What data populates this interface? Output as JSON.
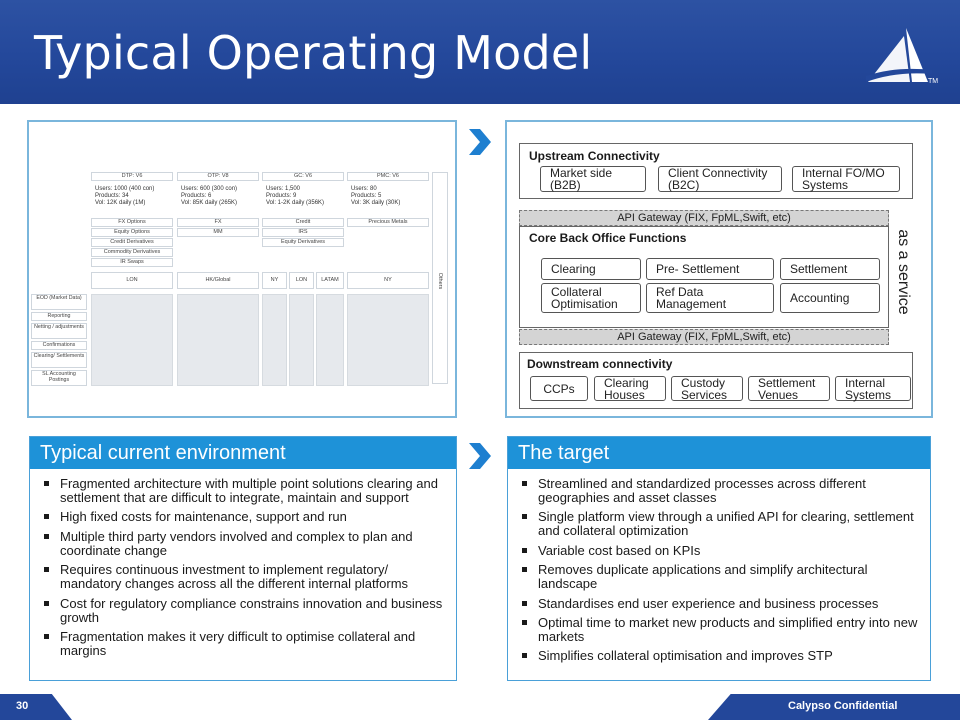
{
  "title": "Typical Operating Model",
  "logo": {
    "name": "calypso-logo",
    "tm": "TM"
  },
  "current_diagram": {
    "columns": [
      {
        "name": "DTP: V6",
        "info": [
          "Users: 1000 (400 con)",
          "Products: 34",
          "Vol: 12K daily (1M)"
        ],
        "products": [
          "FX Options",
          "Equity Options",
          "Credit Derivatives",
          "Commodity Derivatives",
          "IR Swaps"
        ],
        "location": "LON"
      },
      {
        "name": "OTP: V8",
        "info": [
          "Users: 600 (300 con)",
          "Products: 6",
          "Vol: 85K daily (265K)"
        ],
        "products": [
          "FX",
          "MM"
        ],
        "location": "HK/Global"
      },
      {
        "name": "GC: V6",
        "info": [
          "Users: 1,500",
          "Products: 9",
          "Vol: 1-2K daily (356K)"
        ],
        "products": [
          "Credit",
          "IRS",
          "Equity Derivatives"
        ],
        "locations": [
          "NY",
          "LON",
          "LATAM"
        ]
      },
      {
        "name": "PMC: V6",
        "info": [
          "Users: 80",
          "Products: 5",
          "Vol: 3K daily (30K)"
        ],
        "products": [
          "Precious Metals"
        ],
        "location": "NY"
      }
    ],
    "others": "Others",
    "functions": [
      "EOD (Market Data)",
      "Reporting",
      "Netting / adjustments",
      "Confirmations",
      "Clearing/ Settlements",
      "SL Accounting Postings"
    ]
  },
  "target_diagram": {
    "upstream": {
      "title": "Upstream Connectivity",
      "items": [
        "Market side (B2B)",
        "Client Connectivity (B2C)",
        "Internal FO/MO Systems"
      ]
    },
    "gateway_top": "API Gateway (FIX, FpML,Swift, etc)",
    "core": {
      "title": "Core Back Office Functions",
      "items": [
        "Clearing",
        "Pre- Settlement",
        "Settlement",
        "Collateral Optimisation",
        "Ref Data Management",
        "Accounting"
      ]
    },
    "gateway_bottom": "API Gateway (FIX, FpML,Swift, etc)",
    "downstream": {
      "title": "Downstream connectivity",
      "items": [
        "CCPs",
        "Clearing Houses",
        "Custody Services",
        "Settlement Venues",
        "Internal Systems"
      ]
    },
    "service_label": "as a service"
  },
  "current_env": {
    "heading": "Typical current environment",
    "bullets": [
      "Fragmented architecture with multiple point solutions clearing and settlement that are difficult to integrate, maintain and support",
      "High fixed costs for maintenance, support and run",
      "Multiple third party vendors involved and complex to plan and coordinate change",
      "Requires continuous investment to implement regulatory/ mandatory changes across all the different internal platforms",
      "Cost for regulatory compliance constrains innovation and business growth",
      "Fragmentation makes it very difficult to optimise collateral and margins"
    ]
  },
  "target": {
    "heading": "The target",
    "bullets": [
      "Streamlined and standardized processes across different geographies and asset classes",
      "Single platform view through a unified API for clearing, settlement and collateral optimization",
      "Variable cost based on KPIs",
      "Removes duplicate applications and simplify architectural landscape",
      "Standardises end user experience and business processes",
      "Optimal time to market new products and simplified entry into new markets",
      "Simplifies collateral optimisation and improves STP"
    ]
  },
  "footer": {
    "page": "30",
    "confidential": "Calypso Confidential"
  },
  "colors": {
    "header": "#23479a",
    "accent": "#1e92d8",
    "chevron": "#1e7fd0",
    "panel_border": "#7ab6dc"
  }
}
